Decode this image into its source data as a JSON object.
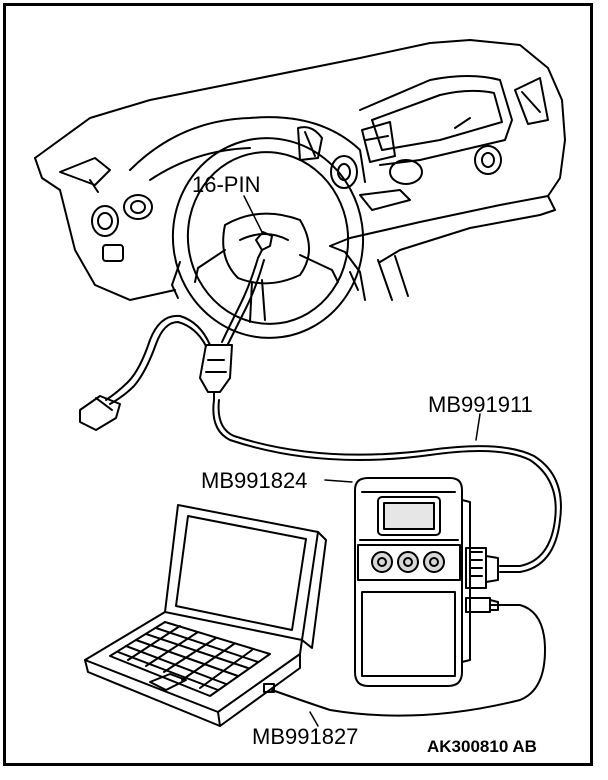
{
  "labels": {
    "connector": "16-PIN",
    "cable_harness": "MB991911",
    "interface_unit": "MB991824",
    "usb_cable": "MB991827"
  },
  "figure_ref": "AK300810 AB",
  "colors": {
    "line": "#000000",
    "background": "#ffffff",
    "screen_fill": "#e6e6e6",
    "key_fill": "#d8d8d8"
  }
}
